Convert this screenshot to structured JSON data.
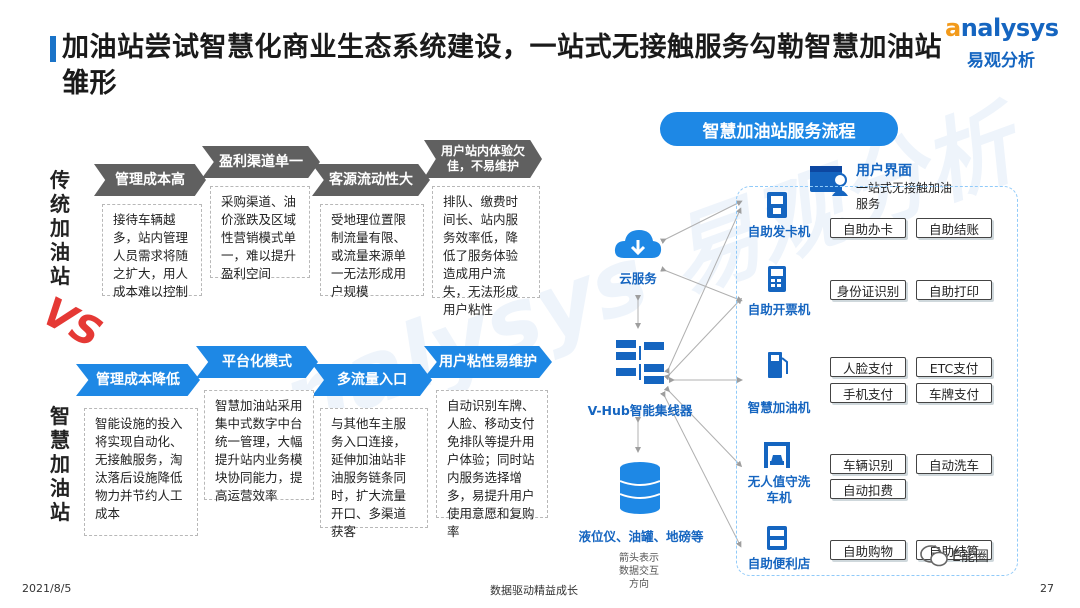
{
  "header": {
    "title": "加油站尝试智慧化商业生态系统建设，一站式无接触服务勾勒智慧加油站雏形"
  },
  "logo": {
    "en_prefix": "a",
    "en_rest": "nalysys",
    "cn": "易观分析"
  },
  "watermark": "nalysys 易观分析",
  "left": {
    "traditional_label": "传统加油站",
    "smart_label": "智慧加油站",
    "vs": "VS",
    "traditional": [
      {
        "tag": "管理成本高",
        "text": "接待车辆越多，站内管理人员需求将随之扩大，用人成本难以控制"
      },
      {
        "tag": "盈利渠道单一",
        "text": "采购渠道、油价涨跌及区域性营销模式单一，难以提升盈利空间"
      },
      {
        "tag": "客源流动性大",
        "text": "受地理位置限制流量有限、或流量来源单一无法形成用户规模"
      },
      {
        "tag": "用户站内体验欠佳，不易维护",
        "text": "排队、缴费时间长、站内服务效率低，降低了服务体验造成用户流失，无法形成用户粘性"
      }
    ],
    "smart": [
      {
        "tag": "管理成本降低",
        "text": "智能设施的投入将实现自动化、无接触服务，淘汰落后设施降低物力并节约人工成本"
      },
      {
        "tag": "平台化模式",
        "text": "智慧加油站采用集中式数字中台统一管理，大幅提升站内业务模块协同能力，提高运营效率"
      },
      {
        "tag": "多流量入口",
        "text": "与其他车主服务入口连接，延伸加油站非油服务链条同时，扩大流量开口、多渠道获客"
      },
      {
        "tag": "用户粘性易维护",
        "text": "自动识别车牌、人脸、移动支付免排队等提升用户体验；同时站内服务选择增多，易提升用户使用意愿和复购率"
      }
    ]
  },
  "flow": {
    "title": "智慧加油站服务流程",
    "user_ui_title": "用户界面",
    "user_ui_sub": "一站式无接触加油服务",
    "cloud_label": "云服务",
    "hub_label": "V-Hub智能集线器",
    "db_label": "液位仪、油罐、地磅等",
    "arrow_note": "箭头表示数据交互方向",
    "devices": [
      {
        "label": "自助发卡机",
        "functions": [
          "自助办卡",
          "自助结账"
        ]
      },
      {
        "label": "自助开票机",
        "functions": [
          "身份证识别",
          "自助打印"
        ]
      },
      {
        "label": "智慧加油机",
        "functions": [
          "人脸支付",
          "ETC支付",
          "手机支付",
          "车牌支付"
        ]
      },
      {
        "label": "无人值守洗车机",
        "functions": [
          "车辆识别",
          "自动洗车",
          "自动扣费"
        ]
      },
      {
        "label": "自助便利店",
        "functions": [
          "自助购物",
          "自助结算"
        ]
      }
    ]
  },
  "footer": {
    "date": "2021/8/5",
    "slogan": "数据驱动精益成长",
    "page": "27",
    "wechat": "E能圈"
  },
  "colors": {
    "accent": "#1e88e5",
    "gray_tag": "#606060",
    "vs": "#e53935",
    "logo_orange": "#f29a1b"
  }
}
